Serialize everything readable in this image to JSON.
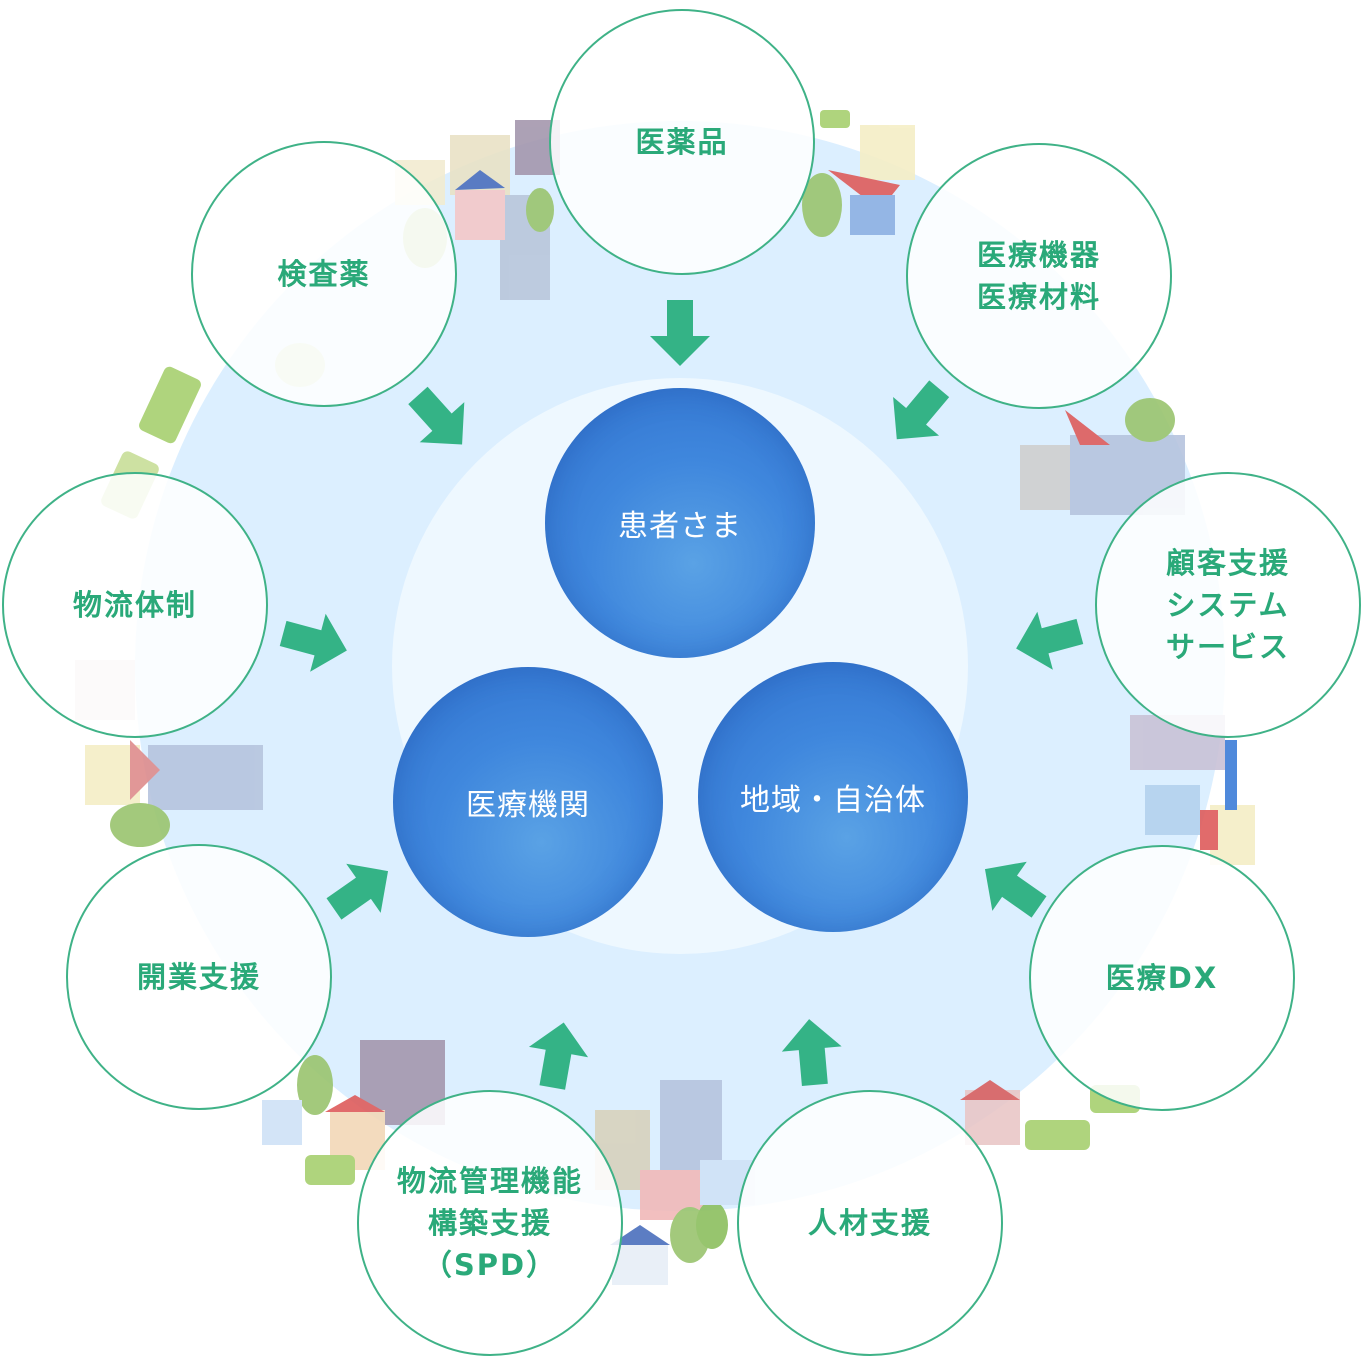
{
  "colors": {
    "accent_green": "#3bb58a",
    "core_blue": "#3a80d8",
    "ring_light_blue": "#dcefff",
    "inner_glow": "#edf7ff"
  },
  "center_nodes": {
    "patients": "患者さま",
    "medical_institutions": "医療機関",
    "community_municipality": "地域・自治体"
  },
  "service_nodes": {
    "pharmaceuticals": "医薬品",
    "medical_devices": "医療機器\n医療材料",
    "customer_support_system": "顧客支援\nシステム\nサービス",
    "medical_dx": "医療DX",
    "human_resources": "人材支援",
    "spd": "物流管理機能\n構築支援\n（SPD）",
    "opening_support": "開業支援",
    "logistics": "物流体制",
    "reagents": "検査薬"
  }
}
